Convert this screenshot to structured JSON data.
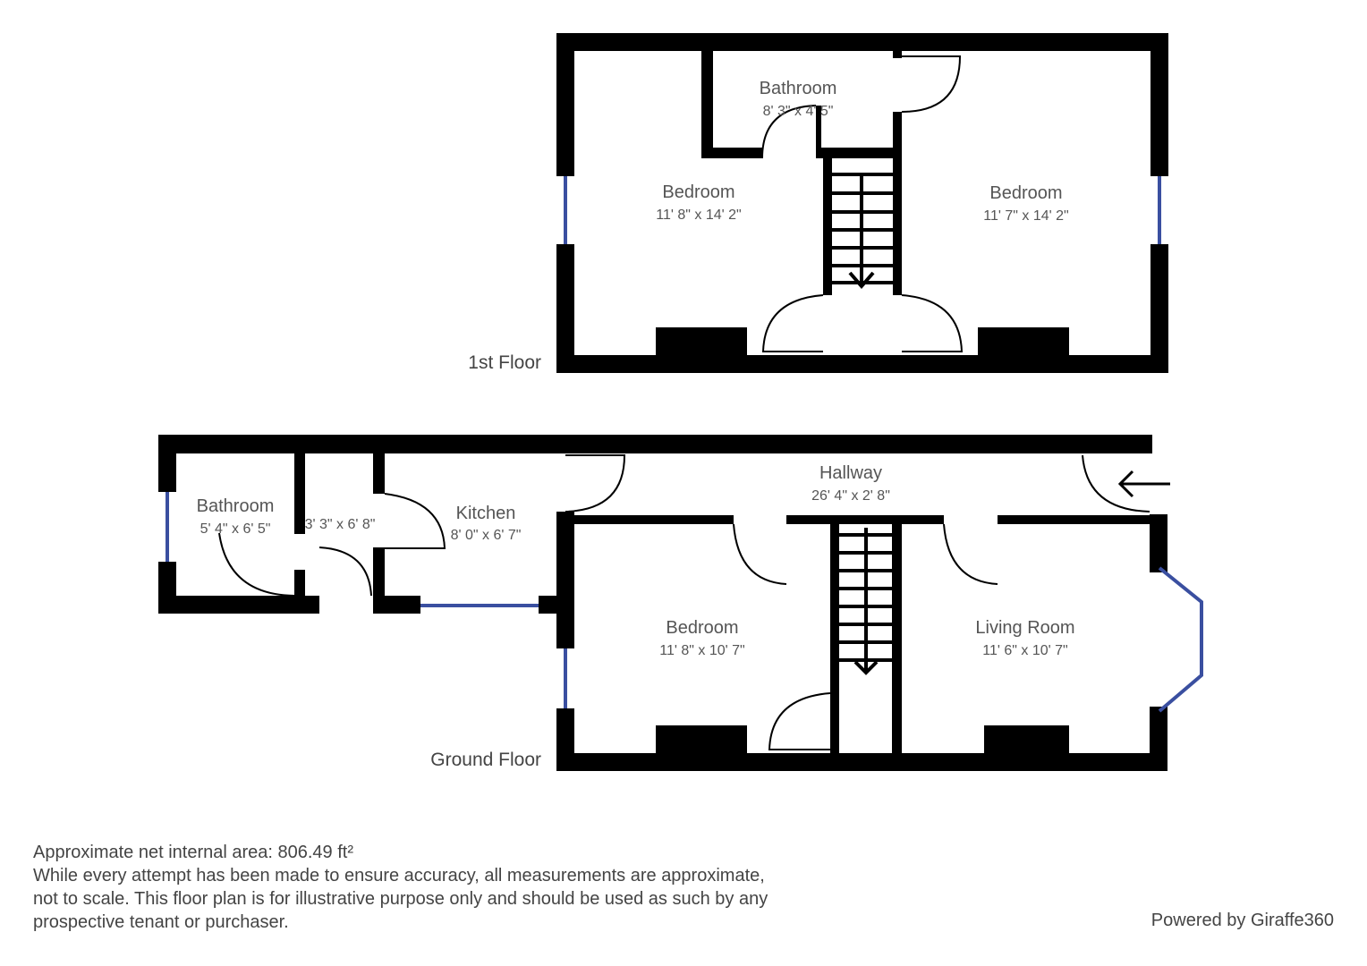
{
  "colors": {
    "wall": "#000000",
    "window": "#3a4fa0",
    "text": "#555555"
  },
  "floors": [
    {
      "label": "1st Floor",
      "rooms": [
        {
          "name": "Bathroom",
          "dims": "8' 3\" x 4' 5\""
        },
        {
          "name": "Bedroom",
          "dims": "11' 8\" x 14' 2\""
        },
        {
          "name": "Bedroom",
          "dims": "11' 7\" x 14' 2\""
        }
      ]
    },
    {
      "label": "Ground Floor",
      "rooms": [
        {
          "name": "Bathroom",
          "dims": "5' 4\" x 6' 5\""
        },
        {
          "name": "",
          "dims": "3' 3\" x 6' 8\""
        },
        {
          "name": "Kitchen",
          "dims": "8' 0\" x 6' 7\""
        },
        {
          "name": "Hallway",
          "dims": "26' 4\" x 2' 8\""
        },
        {
          "name": "Bedroom",
          "dims": "11' 8\" x 10' 7\""
        },
        {
          "name": "Living Room",
          "dims": "11' 6\" x 10' 7\""
        }
      ]
    }
  ],
  "footer": {
    "area": "Approximate net internal area: 806.49 ft²",
    "disclaimer_1": "While every attempt has been made to ensure accuracy, all measurements are approximate,",
    "disclaimer_2": "not to scale. This floor plan is for illustrative purpose only and should be used as such by any",
    "disclaimer_3": "prospective tenant or purchaser.",
    "powered_by": "Powered by Giraffe360"
  }
}
